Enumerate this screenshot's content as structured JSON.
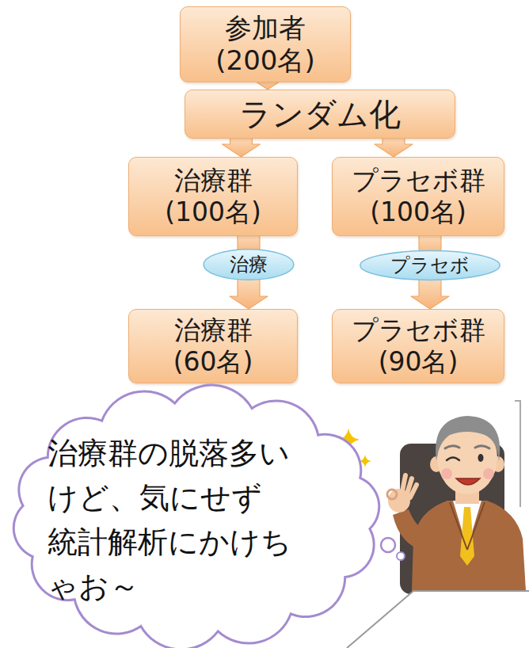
{
  "diagram": {
    "nodes": [
      {
        "text": [
          "参加者(200名)"
        ]
      },
      {
        "text": [
          "ランダム化"
        ]
      },
      {
        "text": [
          "治療群 (100名)"
        ]
      },
      {
        "text": [
          "プラセボ群 (100名)"
        ]
      },
      {
        "text": [
          "治療"
        ]
      },
      {
        "text": [
          "プラセボ"
        ]
      },
      {
        "text": [
          "治療群 (60名)"
        ]
      },
      {
        "text": [
          "プラセボ群 (90名)"
        ]
      },
      {
        "text": [
          "治療群の脱落多いけど、気にせず統計解析にかけちゃお～"
        ]
      }
    ],
    "edges": [
      {
        "from": 0,
        "to": 1,
        "arrow": "to"
      },
      {
        "from": 1,
        "to": 2,
        "arrow": "to"
      },
      {
        "from": 1,
        "to": 3,
        "arrow": "to"
      },
      {
        "from": 2,
        "to": 4,
        "arrow": "none"
      },
      {
        "from": 4,
        "to": 6,
        "arrow": "to"
      },
      {
        "from": 3,
        "to": 5,
        "arrow": "none"
      },
      {
        "from": 5,
        "to": 7,
        "arrow": "to"
      }
    ]
  }
}
